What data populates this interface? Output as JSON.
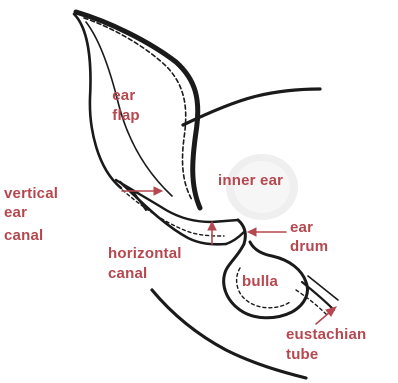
{
  "colors": {
    "label": "#b5474f",
    "line": "#1a1a1a",
    "inner_ear_fill": "#ececec"
  },
  "labels": {
    "ear_flap": [
      "ear",
      "flap"
    ],
    "inner_ear": "inner ear",
    "vertical_ear_canal": [
      "vertical",
      "ear",
      "canal"
    ],
    "horizontal_canal": [
      "horizontal",
      "canal"
    ],
    "ear_drum": [
      "ear",
      "drum"
    ],
    "bulla": "bulla",
    "eustachian_tube": [
      "eustachian",
      "tube"
    ]
  }
}
